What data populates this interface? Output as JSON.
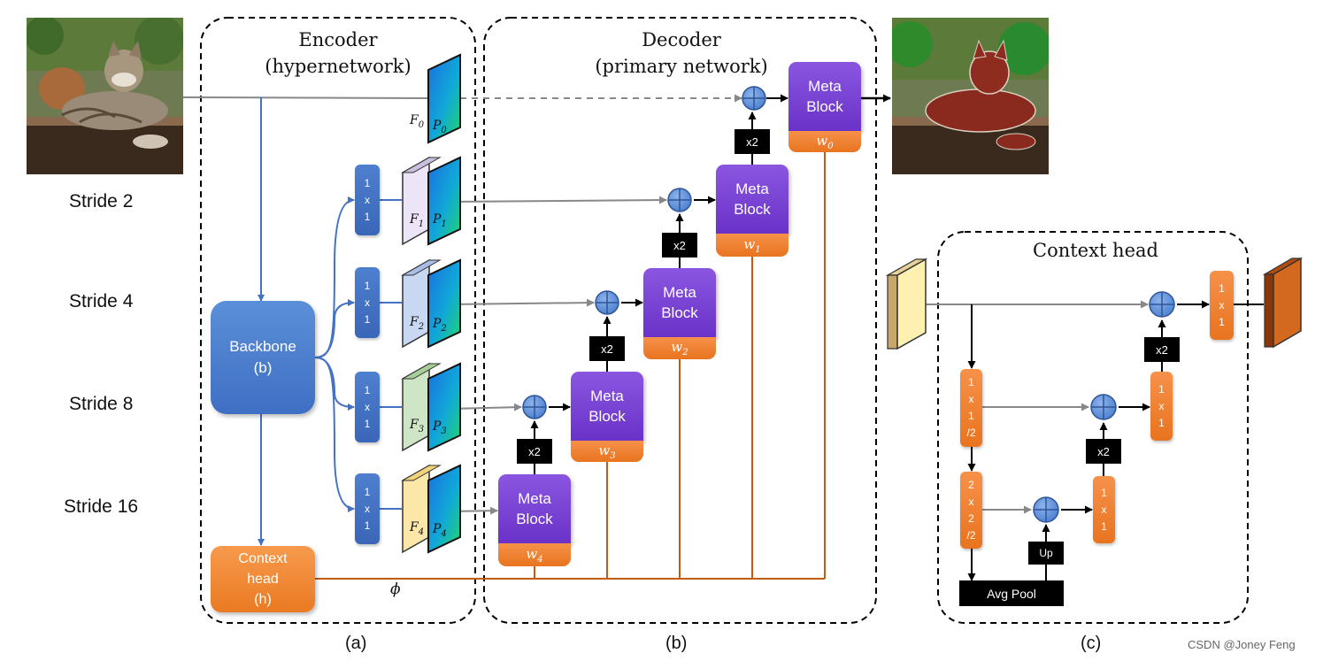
{
  "encoder": {
    "title_line1": "Encoder",
    "title_line2": "(hypernetwork)"
  },
  "decoder": {
    "title_line1": "Decoder",
    "title_line2": "(primary network)"
  },
  "context_panel": {
    "title": "Context head"
  },
  "strides": [
    "Stride 2",
    "Stride 4",
    "Stride 8",
    "Stride 16"
  ],
  "backbone": {
    "line1": "Backbone",
    "line2": "(b)"
  },
  "context_head": {
    "line1": "Context",
    "line2": "head",
    "line3": "(h)"
  },
  "conv_1x1": [
    "1",
    "x",
    "1"
  ],
  "features": {
    "F0": {
      "letter": "F",
      "sub": "0"
    },
    "P0": {
      "letter": "P",
      "sub": "0"
    },
    "F1": {
      "letter": "F",
      "sub": "1"
    },
    "P1": {
      "letter": "P",
      "sub": "1"
    },
    "F2": {
      "letter": "F",
      "sub": "2"
    },
    "P2": {
      "letter": "P",
      "sub": "2"
    },
    "F3": {
      "letter": "F",
      "sub": "3"
    },
    "P3": {
      "letter": "P",
      "sub": "3"
    },
    "F4": {
      "letter": "F",
      "sub": "4"
    },
    "P4": {
      "letter": "P",
      "sub": "4"
    }
  },
  "meta_block": {
    "line1": "Meta",
    "line2": "Block"
  },
  "weights": [
    {
      "letter": "w",
      "sub": "0"
    },
    {
      "letter": "w",
      "sub": "1"
    },
    {
      "letter": "w",
      "sub": "2"
    },
    {
      "letter": "w",
      "sub": "3"
    },
    {
      "letter": "w",
      "sub": "4"
    }
  ],
  "upsample_label": "x2",
  "phi": "ϕ",
  "ctx_convs": {
    "c1": [
      "1",
      "x",
      "1",
      "/2"
    ],
    "c2": [
      "2",
      "x",
      "2",
      "/2"
    ],
    "c3": [
      "1",
      "x",
      "1"
    ],
    "c4": [
      "1",
      "x",
      "1"
    ],
    "c5": [
      "1",
      "x",
      "1"
    ]
  },
  "avg_pool": "Avg Pool",
  "up": "Up",
  "sub_labels": [
    "(a)",
    "(b)",
    "(c)"
  ],
  "watermark": "CSDN @Joney Feng",
  "colors": {
    "blue": "#4472c4",
    "orange": "#ed7d31",
    "purple": "#7030a0",
    "connector": "#c55a11",
    "arrow_gray": "#888888"
  }
}
